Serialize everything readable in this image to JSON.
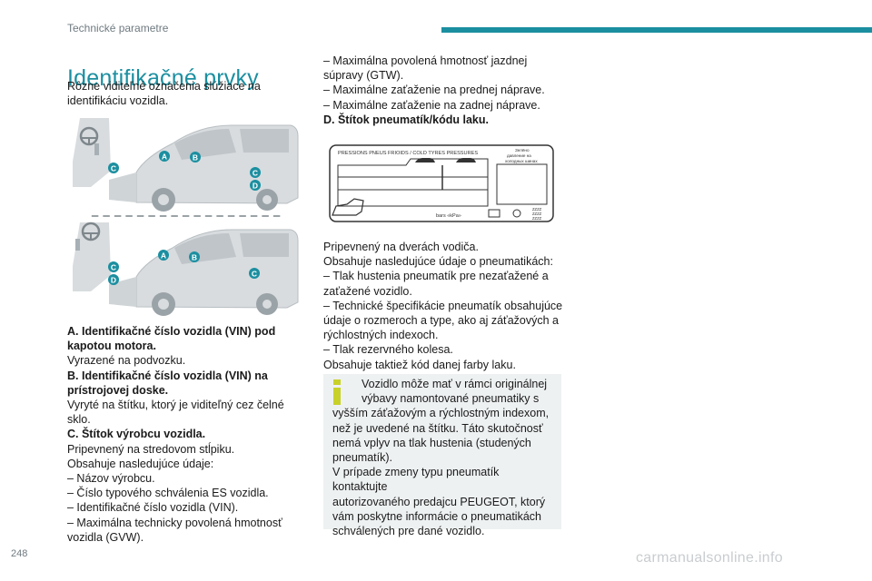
{
  "header": {
    "section_title": "Technické parametre",
    "accent_color": "#1b8fa0"
  },
  "page": {
    "title": "Identifikačné prvky",
    "intro_lines": [
      "Rôzne viditeľné označenia slúžiace na",
      "identifikáciu vozidla."
    ],
    "page_number": "248",
    "watermark": "carmanualsonline.info"
  },
  "figure": {
    "callouts_top": [
      "A",
      "B",
      "C",
      "C",
      "D"
    ],
    "callouts_bottom": [
      "A",
      "B",
      "C",
      "D",
      "C"
    ]
  },
  "left_column": {
    "lines": [
      {
        "text": "A. Identifikačné číslo vozidla (VIN) pod",
        "bold": true
      },
      {
        "text": "kapotou motora.",
        "bold": true
      },
      {
        "text": "Vyrazené na podvozku.",
        "bold": false
      },
      {
        "text": "B. Identifikačné číslo vozidla (VIN) na",
        "bold": true
      },
      {
        "text": "prístrojovej doske.",
        "bold": true
      },
      {
        "text": "Vyryté na štítku, ktorý je viditeľný cez čelné sklo.",
        "bold": false
      },
      {
        "text": "C. Štítok výrobcu vozidla.",
        "bold": true
      },
      {
        "text": "Pripevnený na stredovom stĺpiku.",
        "bold": false
      },
      {
        "text": "Obsahuje nasledujúce údaje:",
        "bold": false
      },
      {
        "text": "–  Názov výrobcu.",
        "bold": false
      },
      {
        "text": "–  Číslo typového schválenia ES vozidla.",
        "bold": false
      },
      {
        "text": "–  Identifikačné číslo vozidla (VIN).",
        "bold": false
      },
      {
        "text": "–  Maximálna technicky povolená hmotnosť",
        "bold": false
      },
      {
        "text": "vozidla (GVW).",
        "bold": false
      }
    ]
  },
  "right_column_top": {
    "lines": [
      {
        "text": "–  Maximálna povolená hmotnosť jazdnej",
        "bold": false
      },
      {
        "text": "súpravy (GTW).",
        "bold": false
      },
      {
        "text": "–  Maximálne zaťaženie na prednej náprave.",
        "bold": false
      },
      {
        "text": "–  Maximálne zaťaženie na zadnej náprave.",
        "bold": false
      },
      {
        "text": "D. Štítok pneumatík/kódu laku.",
        "bold": true
      }
    ]
  },
  "tyre_label": {
    "heading": "PRESSIONS PNEUS FRIOIDS / COLD TYRES PRESSURES",
    "side_text": [
      "Зелёно",
      "давление на",
      "холодных шинах"
    ],
    "footer_text": "bars  «kPa»",
    "code_lines": [
      "ZZZZ",
      "ZZZZ",
      "ZZZZ"
    ]
  },
  "right_column_bottom": {
    "lines": [
      "Pripevnený na dverách vodiča.",
      "Obsahuje nasledujúce údaje o pneumatikách:",
      "–  Tlak hustenia pneumatík pre nezaťažené a",
      "zaťažené vozidlo.",
      "–  Technické špecifikácie pneumatík obsahujúce",
      "údaje o rozmeroch a type, ako aj záťažových a",
      "rýchlostných indexoch.",
      "–  Tlak rezervného kolesa.",
      "Obsahuje taktiež kód danej farby laku."
    ]
  },
  "info_box": {
    "first_lines": [
      "Vozidlo môže mať v rámci originálnej",
      "výbavy namontované pneumatiky s"
    ],
    "lines": [
      "vyšším záťažovým a rýchlostným indexom,",
      "než je uvedené na štítku. Táto skutočnosť",
      "nemá vplyv na tlak hustenia (studených",
      "pneumatík).",
      "V prípade zmeny typu pneumatík kontaktujte",
      "autorizovaného predajcu PEUGEOT, ktorý",
      "vám poskytne informácie o pneumatikách",
      "schválených pre dané vozidlo."
    ],
    "icon_color": "#c8d12a"
  }
}
